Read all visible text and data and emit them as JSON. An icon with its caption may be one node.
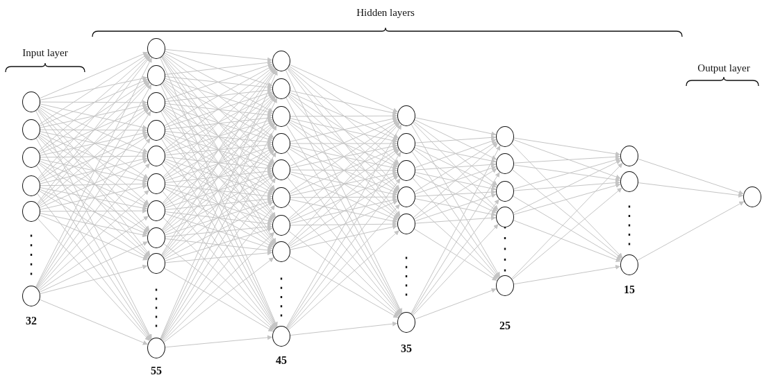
{
  "diagram": {
    "nodes": [
      {
        "text": [],
        "shape": "circle"
      },
      {
        "text": [],
        "shape": "circle"
      },
      {
        "text": [],
        "shape": "circle"
      },
      {
        "text": [],
        "shape": "circle"
      },
      {
        "text": [],
        "shape": "circle"
      },
      {
        "text": [],
        "shape": "circle"
      },
      {
        "text": [],
        "shape": "circle"
      },
      {
        "text": [],
        "shape": "circle"
      },
      {
        "text": [],
        "shape": "circle"
      },
      {
        "text": [],
        "shape": "circle"
      },
      {
        "text": [],
        "shape": "circle"
      },
      {
        "text": [],
        "shape": "circle"
      },
      {
        "text": [],
        "shape": "circle"
      },
      {
        "text": [],
        "shape": "circle"
      },
      {
        "text": [],
        "shape": "circle"
      },
      {
        "text": [],
        "shape": "circle"
      },
      {
        "text": [],
        "shape": "circle"
      },
      {
        "text": [],
        "shape": "circle"
      },
      {
        "text": [],
        "shape": "circle"
      },
      {
        "text": [],
        "shape": "circle"
      },
      {
        "text": [],
        "shape": "circle"
      },
      {
        "text": [],
        "shape": "circle"
      },
      {
        "text": [],
        "shape": "circle"
      },
      {
        "text": [],
        "shape": "circle"
      },
      {
        "text": [],
        "shape": "circle"
      },
      {
        "text": [],
        "shape": "circle"
      },
      {
        "text": [],
        "shape": "circle"
      },
      {
        "text": [],
        "shape": "circle"
      },
      {
        "text": [],
        "shape": "circle"
      },
      {
        "text": [],
        "shape": "circle"
      },
      {
        "text": [],
        "shape": "circle"
      },
      {
        "text": [],
        "shape": "circle"
      },
      {
        "text": [],
        "shape": "circle"
      },
      {
        "text": [],
        "shape": "circle"
      },
      {
        "text": [],
        "shape": "circle"
      },
      {
        "text": [],
        "shape": "circle"
      },
      {
        "text": [],
        "shape": "circle"
      },
      {
        "text": [],
        "shape": "circle"
      },
      {
        "text": [],
        "shape": "circle"
      },
      {
        "text": [],
        "shape": "circle"
      }
    ],
    "edges": [
      {
        "from": 0,
        "to": 6,
        "arrow": "to"
      },
      {
        "from": 0,
        "to": 7,
        "arrow": "to"
      },
      {
        "from": 0,
        "to": 8,
        "arrow": "to"
      },
      {
        "from": 0,
        "to": 9,
        "arrow": "to"
      },
      {
        "from": 0,
        "to": 10,
        "arrow": "to"
      },
      {
        "from": 0,
        "to": 11,
        "arrow": "to"
      },
      {
        "from": 0,
        "to": 12,
        "arrow": "to"
      },
      {
        "from": 0,
        "to": 13,
        "arrow": "to"
      },
      {
        "from": 0,
        "to": 14,
        "arrow": "to"
      },
      {
        "from": 0,
        "to": 15,
        "arrow": "to"
      },
      {
        "from": 1,
        "to": 6,
        "arrow": "to"
      },
      {
        "from": 1,
        "to": 7,
        "arrow": "to"
      },
      {
        "from": 1,
        "to": 8,
        "arrow": "to"
      },
      {
        "from": 1,
        "to": 9,
        "arrow": "to"
      },
      {
        "from": 1,
        "to": 10,
        "arrow": "to"
      },
      {
        "from": 1,
        "to": 11,
        "arrow": "to"
      },
      {
        "from": 1,
        "to": 12,
        "arrow": "to"
      },
      {
        "from": 1,
        "to": 13,
        "arrow": "to"
      },
      {
        "from": 1,
        "to": 14,
        "arrow": "to"
      },
      {
        "from": 1,
        "to": 15,
        "arrow": "to"
      },
      {
        "from": 2,
        "to": 6,
        "arrow": "to"
      },
      {
        "from": 2,
        "to": 7,
        "arrow": "to"
      },
      {
        "from": 2,
        "to": 8,
        "arrow": "to"
      },
      {
        "from": 2,
        "to": 9,
        "arrow": "to"
      },
      {
        "from": 2,
        "to": 10,
        "arrow": "to"
      },
      {
        "from": 2,
        "to": 11,
        "arrow": "to"
      },
      {
        "from": 2,
        "to": 12,
        "arrow": "to"
      },
      {
        "from": 2,
        "to": 13,
        "arrow": "to"
      },
      {
        "from": 2,
        "to": 14,
        "arrow": "to"
      },
      {
        "from": 2,
        "to": 15,
        "arrow": "to"
      },
      {
        "from": 3,
        "to": 6,
        "arrow": "to"
      },
      {
        "from": 3,
        "to": 7,
        "arrow": "to"
      },
      {
        "from": 3,
        "to": 8,
        "arrow": "to"
      },
      {
        "from": 3,
        "to": 9,
        "arrow": "to"
      },
      {
        "from": 3,
        "to": 10,
        "arrow": "to"
      },
      {
        "from": 3,
        "to": 11,
        "arrow": "to"
      },
      {
        "from": 3,
        "to": 12,
        "arrow": "to"
      },
      {
        "from": 3,
        "to": 13,
        "arrow": "to"
      },
      {
        "from": 3,
        "to": 14,
        "arrow": "to"
      },
      {
        "from": 3,
        "to": 15,
        "arrow": "to"
      },
      {
        "from": 4,
        "to": 6,
        "arrow": "to"
      },
      {
        "from": 4,
        "to": 7,
        "arrow": "to"
      },
      {
        "from": 4,
        "to": 8,
        "arrow": "to"
      },
      {
        "from": 4,
        "to": 9,
        "arrow": "to"
      },
      {
        "from": 4,
        "to": 10,
        "arrow": "to"
      },
      {
        "from": 4,
        "to": 11,
        "arrow": "to"
      },
      {
        "from": 4,
        "to": 12,
        "arrow": "to"
      },
      {
        "from": 4,
        "to": 13,
        "arrow": "to"
      },
      {
        "from": 4,
        "to": 14,
        "arrow": "to"
      },
      {
        "from": 4,
        "to": 15,
        "arrow": "to"
      },
      {
        "from": 5,
        "to": 6,
        "arrow": "to"
      },
      {
        "from": 5,
        "to": 7,
        "arrow": "to"
      },
      {
        "from": 5,
        "to": 8,
        "arrow": "to"
      },
      {
        "from": 5,
        "to": 9,
        "arrow": "to"
      },
      {
        "from": 5,
        "to": 10,
        "arrow": "to"
      },
      {
        "from": 5,
        "to": 11,
        "arrow": "to"
      },
      {
        "from": 5,
        "to": 12,
        "arrow": "to"
      },
      {
        "from": 5,
        "to": 13,
        "arrow": "to"
      },
      {
        "from": 5,
        "to": 14,
        "arrow": "to"
      },
      {
        "from": 5,
        "to": 15,
        "arrow": "to"
      },
      {
        "from": 6,
        "to": 16,
        "arrow": "to"
      },
      {
        "from": 6,
        "to": 17,
        "arrow": "to"
      },
      {
        "from": 6,
        "to": 18,
        "arrow": "to"
      },
      {
        "from": 6,
        "to": 19,
        "arrow": "to"
      },
      {
        "from": 6,
        "to": 20,
        "arrow": "to"
      },
      {
        "from": 6,
        "to": 21,
        "arrow": "to"
      },
      {
        "from": 6,
        "to": 22,
        "arrow": "to"
      },
      {
        "from": 6,
        "to": 23,
        "arrow": "to"
      },
      {
        "from": 6,
        "to": 24,
        "arrow": "to"
      },
      {
        "from": 7,
        "to": 16,
        "arrow": "to"
      },
      {
        "from": 7,
        "to": 17,
        "arrow": "to"
      },
      {
        "from": 7,
        "to": 18,
        "arrow": "to"
      },
      {
        "from": 7,
        "to": 19,
        "arrow": "to"
      },
      {
        "from": 7,
        "to": 20,
        "arrow": "to"
      },
      {
        "from": 7,
        "to": 21,
        "arrow": "to"
      },
      {
        "from": 7,
        "to": 22,
        "arrow": "to"
      },
      {
        "from": 7,
        "to": 23,
        "arrow": "to"
      },
      {
        "from": 7,
        "to": 24,
        "arrow": "to"
      },
      {
        "from": 8,
        "to": 16,
        "arrow": "to"
      },
      {
        "from": 8,
        "to": 17,
        "arrow": "to"
      },
      {
        "from": 8,
        "to": 18,
        "arrow": "to"
      },
      {
        "from": 8,
        "to": 19,
        "arrow": "to"
      },
      {
        "from": 8,
        "to": 20,
        "arrow": "to"
      },
      {
        "from": 8,
        "to": 21,
        "arrow": "to"
      },
      {
        "from": 8,
        "to": 22,
        "arrow": "to"
      },
      {
        "from": 8,
        "to": 23,
        "arrow": "to"
      },
      {
        "from": 8,
        "to": 24,
        "arrow": "to"
      },
      {
        "from": 9,
        "to": 16,
        "arrow": "to"
      },
      {
        "from": 9,
        "to": 17,
        "arrow": "to"
      },
      {
        "from": 9,
        "to": 18,
        "arrow": "to"
      },
      {
        "from": 9,
        "to": 19,
        "arrow": "to"
      },
      {
        "from": 9,
        "to": 20,
        "arrow": "to"
      },
      {
        "from": 9,
        "to": 21,
        "arrow": "to"
      },
      {
        "from": 9,
        "to": 22,
        "arrow": "to"
      },
      {
        "from": 9,
        "to": 23,
        "arrow": "to"
      },
      {
        "from": 9,
        "to": 24,
        "arrow": "to"
      },
      {
        "from": 10,
        "to": 16,
        "arrow": "to"
      },
      {
        "from": 10,
        "to": 17,
        "arrow": "to"
      },
      {
        "from": 10,
        "to": 18,
        "arrow": "to"
      },
      {
        "from": 10,
        "to": 19,
        "arrow": "to"
      },
      {
        "from": 10,
        "to": 20,
        "arrow": "to"
      },
      {
        "from": 10,
        "to": 21,
        "arrow": "to"
      },
      {
        "from": 10,
        "to": 22,
        "arrow": "to"
      },
      {
        "from": 10,
        "to": 23,
        "arrow": "to"
      },
      {
        "from": 10,
        "to": 24,
        "arrow": "to"
      },
      {
        "from": 11,
        "to": 16,
        "arrow": "to"
      },
      {
        "from": 11,
        "to": 17,
        "arrow": "to"
      },
      {
        "from": 11,
        "to": 18,
        "arrow": "to"
      },
      {
        "from": 11,
        "to": 19,
        "arrow": "to"
      },
      {
        "from": 11,
        "to": 20,
        "arrow": "to"
      },
      {
        "from": 11,
        "to": 21,
        "arrow": "to"
      },
      {
        "from": 11,
        "to": 22,
        "arrow": "to"
      },
      {
        "from": 11,
        "to": 23,
        "arrow": "to"
      },
      {
        "from": 11,
        "to": 24,
        "arrow": "to"
      },
      {
        "from": 12,
        "to": 16,
        "arrow": "to"
      },
      {
        "from": 12,
        "to": 17,
        "arrow": "to"
      },
      {
        "from": 12,
        "to": 18,
        "arrow": "to"
      },
      {
        "from": 12,
        "to": 19,
        "arrow": "to"
      },
      {
        "from": 12,
        "to": 20,
        "arrow": "to"
      },
      {
        "from": 12,
        "to": 21,
        "arrow": "to"
      },
      {
        "from": 12,
        "to": 22,
        "arrow": "to"
      },
      {
        "from": 12,
        "to": 23,
        "arrow": "to"
      },
      {
        "from": 12,
        "to": 24,
        "arrow": "to"
      },
      {
        "from": 13,
        "to": 16,
        "arrow": "to"
      },
      {
        "from": 13,
        "to": 17,
        "arrow": "to"
      },
      {
        "from": 13,
        "to": 18,
        "arrow": "to"
      },
      {
        "from": 13,
        "to": 19,
        "arrow": "to"
      },
      {
        "from": 13,
        "to": 20,
        "arrow": "to"
      },
      {
        "from": 13,
        "to": 21,
        "arrow": "to"
      },
      {
        "from": 13,
        "to": 22,
        "arrow": "to"
      },
      {
        "from": 13,
        "to": 23,
        "arrow": "to"
      },
      {
        "from": 13,
        "to": 24,
        "arrow": "to"
      },
      {
        "from": 14,
        "to": 16,
        "arrow": "to"
      },
      {
        "from": 14,
        "to": 17,
        "arrow": "to"
      },
      {
        "from": 14,
        "to": 18,
        "arrow": "to"
      },
      {
        "from": 14,
        "to": 19,
        "arrow": "to"
      },
      {
        "from": 14,
        "to": 20,
        "arrow": "to"
      },
      {
        "from": 14,
        "to": 21,
        "arrow": "to"
      },
      {
        "from": 14,
        "to": 22,
        "arrow": "to"
      },
      {
        "from": 14,
        "to": 23,
        "arrow": "to"
      },
      {
        "from": 14,
        "to": 24,
        "arrow": "to"
      },
      {
        "from": 15,
        "to": 16,
        "arrow": "to"
      },
      {
        "from": 15,
        "to": 17,
        "arrow": "to"
      },
      {
        "from": 15,
        "to": 18,
        "arrow": "to"
      },
      {
        "from": 15,
        "to": 19,
        "arrow": "to"
      },
      {
        "from": 15,
        "to": 20,
        "arrow": "to"
      },
      {
        "from": 15,
        "to": 21,
        "arrow": "to"
      },
      {
        "from": 15,
        "to": 22,
        "arrow": "to"
      },
      {
        "from": 15,
        "to": 23,
        "arrow": "to"
      },
      {
        "from": 15,
        "to": 24,
        "arrow": "to"
      },
      {
        "from": 16,
        "to": 25,
        "arrow": "to"
      },
      {
        "from": 16,
        "to": 26,
        "arrow": "to"
      },
      {
        "from": 16,
        "to": 27,
        "arrow": "to"
      },
      {
        "from": 16,
        "to": 28,
        "arrow": "to"
      },
      {
        "from": 16,
        "to": 29,
        "arrow": "to"
      },
      {
        "from": 16,
        "to": 30,
        "arrow": "to"
      },
      {
        "from": 17,
        "to": 25,
        "arrow": "to"
      },
      {
        "from": 17,
        "to": 26,
        "arrow": "to"
      },
      {
        "from": 17,
        "to": 27,
        "arrow": "to"
      },
      {
        "from": 17,
        "to": 28,
        "arrow": "to"
      },
      {
        "from": 17,
        "to": 29,
        "arrow": "to"
      },
      {
        "from": 17,
        "to": 30,
        "arrow": "to"
      },
      {
        "from": 18,
        "to": 25,
        "arrow": "to"
      },
      {
        "from": 18,
        "to": 26,
        "arrow": "to"
      },
      {
        "from": 18,
        "to": 27,
        "arrow": "to"
      },
      {
        "from": 18,
        "to": 28,
        "arrow": "to"
      },
      {
        "from": 18,
        "to": 29,
        "arrow": "to"
      },
      {
        "from": 18,
        "to": 30,
        "arrow": "to"
      },
      {
        "from": 19,
        "to": 25,
        "arrow": "to"
      },
      {
        "from": 19,
        "to": 26,
        "arrow": "to"
      },
      {
        "from": 19,
        "to": 27,
        "arrow": "to"
      },
      {
        "from": 19,
        "to": 28,
        "arrow": "to"
      },
      {
        "from": 19,
        "to": 29,
        "arrow": "to"
      },
      {
        "from": 19,
        "to": 30,
        "arrow": "to"
      },
      {
        "from": 20,
        "to": 25,
        "arrow": "to"
      },
      {
        "from": 20,
        "to": 26,
        "arrow": "to"
      },
      {
        "from": 20,
        "to": 27,
        "arrow": "to"
      },
      {
        "from": 20,
        "to": 28,
        "arrow": "to"
      },
      {
        "from": 20,
        "to": 29,
        "arrow": "to"
      },
      {
        "from": 20,
        "to": 30,
        "arrow": "to"
      },
      {
        "from": 21,
        "to": 25,
        "arrow": "to"
      },
      {
        "from": 21,
        "to": 26,
        "arrow": "to"
      },
      {
        "from": 21,
        "to": 27,
        "arrow": "to"
      },
      {
        "from": 21,
        "to": 28,
        "arrow": "to"
      },
      {
        "from": 21,
        "to": 29,
        "arrow": "to"
      },
      {
        "from": 21,
        "to": 30,
        "arrow": "to"
      },
      {
        "from": 22,
        "to": 25,
        "arrow": "to"
      },
      {
        "from": 22,
        "to": 26,
        "arrow": "to"
      },
      {
        "from": 22,
        "to": 27,
        "arrow": "to"
      },
      {
        "from": 22,
        "to": 28,
        "arrow": "to"
      },
      {
        "from": 22,
        "to": 29,
        "arrow": "to"
      },
      {
        "from": 22,
        "to": 30,
        "arrow": "to"
      },
      {
        "from": 23,
        "to": 25,
        "arrow": "to"
      },
      {
        "from": 23,
        "to": 26,
        "arrow": "to"
      },
      {
        "from": 23,
        "to": 27,
        "arrow": "to"
      },
      {
        "from": 23,
        "to": 28,
        "arrow": "to"
      },
      {
        "from": 23,
        "to": 29,
        "arrow": "to"
      },
      {
        "from": 23,
        "to": 30,
        "arrow": "to"
      },
      {
        "from": 24,
        "to": 25,
        "arrow": "to"
      },
      {
        "from": 24,
        "to": 26,
        "arrow": "to"
      },
      {
        "from": 24,
        "to": 27,
        "arrow": "to"
      },
      {
        "from": 24,
        "to": 28,
        "arrow": "to"
      },
      {
        "from": 24,
        "to": 29,
        "arrow": "to"
      },
      {
        "from": 24,
        "to": 30,
        "arrow": "to"
      },
      {
        "from": 25,
        "to": 31,
        "arrow": "to"
      },
      {
        "from": 25,
        "to": 32,
        "arrow": "to"
      },
      {
        "from": 25,
        "to": 33,
        "arrow": "to"
      },
      {
        "from": 25,
        "to": 34,
        "arrow": "to"
      },
      {
        "from": 25,
        "to": 35,
        "arrow": "to"
      },
      {
        "from": 26,
        "to": 31,
        "arrow": "to"
      },
      {
        "from": 26,
        "to": 32,
        "arrow": "to"
      },
      {
        "from": 26,
        "to": 33,
        "arrow": "to"
      },
      {
        "from": 26,
        "to": 34,
        "arrow": "to"
      },
      {
        "from": 26,
        "to": 35,
        "arrow": "to"
      },
      {
        "from": 27,
        "to": 31,
        "arrow": "to"
      },
      {
        "from": 27,
        "to": 32,
        "arrow": "to"
      },
      {
        "from": 27,
        "to": 33,
        "arrow": "to"
      },
      {
        "from": 27,
        "to": 34,
        "arrow": "to"
      },
      {
        "from": 27,
        "to": 35,
        "arrow": "to"
      },
      {
        "from": 28,
        "to": 31,
        "arrow": "to"
      },
      {
        "from": 28,
        "to": 32,
        "arrow": "to"
      },
      {
        "from": 28,
        "to": 33,
        "arrow": "to"
      },
      {
        "from": 28,
        "to": 34,
        "arrow": "to"
      },
      {
        "from": 28,
        "to": 35,
        "arrow": "to"
      },
      {
        "from": 29,
        "to": 31,
        "arrow": "to"
      },
      {
        "from": 29,
        "to": 32,
        "arrow": "to"
      },
      {
        "from": 29,
        "to": 33,
        "arrow": "to"
      },
      {
        "from": 29,
        "to": 34,
        "arrow": "to"
      },
      {
        "from": 29,
        "to": 35,
        "arrow": "to"
      },
      {
        "from": 30,
        "to": 31,
        "arrow": "to"
      },
      {
        "from": 30,
        "to": 32,
        "arrow": "to"
      },
      {
        "from": 30,
        "to": 33,
        "arrow": "to"
      },
      {
        "from": 30,
        "to": 34,
        "arrow": "to"
      },
      {
        "from": 30,
        "to": 35,
        "arrow": "to"
      },
      {
        "from": 31,
        "to": 36,
        "arrow": "to"
      },
      {
        "from": 31,
        "to": 37,
        "arrow": "to"
      },
      {
        "from": 31,
        "to": 38,
        "arrow": "to"
      },
      {
        "from": 32,
        "to": 36,
        "arrow": "to"
      },
      {
        "from": 32,
        "to": 37,
        "arrow": "to"
      },
      {
        "from": 32,
        "to": 38,
        "arrow": "to"
      },
      {
        "from": 33,
        "to": 36,
        "arrow": "to"
      },
      {
        "from": 33,
        "to": 37,
        "arrow": "to"
      },
      {
        "from": 33,
        "to": 38,
        "arrow": "to"
      },
      {
        "from": 34,
        "to": 36,
        "arrow": "to"
      },
      {
        "from": 34,
        "to": 37,
        "arrow": "to"
      },
      {
        "from": 34,
        "to": 38,
        "arrow": "to"
      },
      {
        "from": 35,
        "to": 36,
        "arrow": "to"
      },
      {
        "from": 35,
        "to": 37,
        "arrow": "to"
      },
      {
        "from": 35,
        "to": 38,
        "arrow": "to"
      },
      {
        "from": 36,
        "to": 39,
        "arrow": "to"
      },
      {
        "from": 37,
        "to": 39,
        "arrow": "to"
      },
      {
        "from": 38,
        "to": 39,
        "arrow": "to"
      }
    ],
    "labels": [
      "Hidden layers",
      "Input layer",
      "Output layer",
      "32",
      "55",
      "45",
      "35",
      "25",
      "15"
    ]
  }
}
